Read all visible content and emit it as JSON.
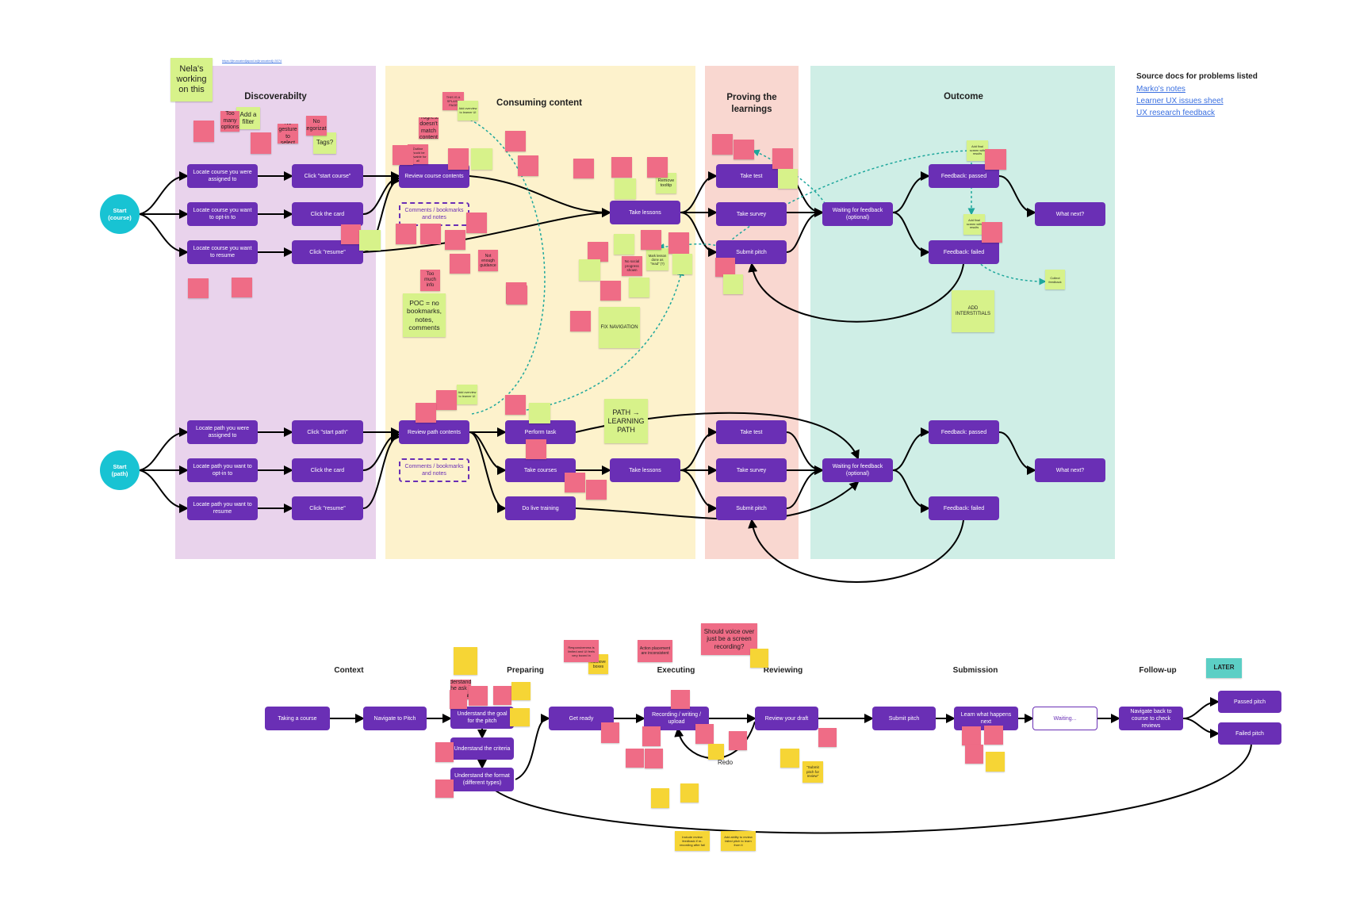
{
  "link_url": "https://[truncated]apad.io/[truncated]=3074",
  "source_docs": {
    "title": "Source docs for problems listed",
    "links": [
      "Marko's notes",
      "Learner UX issues sheet",
      "UX research feedback"
    ]
  },
  "colors": {
    "purple": "#6a2fb5",
    "cyan": "#18c3d3",
    "lane_purple": "#e9d3ec",
    "lane_yellow": "#fdf2cc",
    "lane_pink": "#f9d7d0",
    "lane_teal": "#cfeee6"
  },
  "lanes": {
    "discoverability": "Discoverabilty",
    "consuming": "Consuming content",
    "proving": "Proving the\nlearnings",
    "outcome": "Outcome"
  },
  "course_flow": {
    "start": "Start\n(course)",
    "locate_assigned": "Locate course you were assigned to",
    "locate_optin": "Locate course you want to opt-in to",
    "locate_resume": "Locate course you want to resume",
    "click_start": "Click \"start course\"",
    "click_card": "Click the card",
    "click_resume": "Click \"resume\"",
    "review": "Review course contents",
    "comments": "Comments / bookmarks and notes",
    "take_lessons": "Take lessons",
    "take_test": "Take test",
    "take_survey": "Take survey",
    "submit_pitch": "Submit pitch",
    "waiting": "Waiting for feedback (optional)",
    "passed": "Feedback: passed",
    "failed": "Feedback: failed",
    "what_next": "What next?"
  },
  "path_flow": {
    "start": "Start\n(path)",
    "locate_assigned": "Locate path you were assigned to",
    "locate_optin": "Locate path you want to opt-in to",
    "locate_resume": "Locate path you want to resume",
    "click_start": "Click \"start path\"",
    "click_card": "Click the card",
    "click_resume": "Click \"resume\"",
    "review": "Review path contents",
    "comments": "Comments / bookmarks and notes",
    "perform_task": "Perform task",
    "take_courses": "Take courses",
    "live_training": "Do live training",
    "take_lessons": "Take lessons",
    "take_test": "Take test",
    "take_survey": "Take survey",
    "submit_pitch": "Submit pitch",
    "waiting": "Waiting for feedback (optional)",
    "passed": "Feedback: passed",
    "failed": "Feedback: failed",
    "what_next": "What next?"
  },
  "stickies": {
    "nela": "Nela's working on this",
    "add_filter": "Add a filter",
    "tags": "Tags?",
    "too_much_info": "Too much info",
    "poc": "POC = no bookmarks, notes, comments",
    "fix_nav": "FIX NAVIGATION",
    "path_learning": "PATH → LEARNING PATH",
    "remove_tooltip": "Remove tooltip",
    "add_interstitials": "ADD INTERSTITIALS",
    "not_enough_guidance": "Not enough guidance",
    "this_is_splash": "THIS IS A SPLASH PAGE",
    "no_social": "No social progress shown",
    "mark_lesson": "Mark lesson done as \"read\" (?)",
    "voice_over": "Should voice over just be a screen recording?",
    "later": "LATER",
    "submit_pitch_review": "\"Submit pitch for review\"",
    "remove_boxes": "Remove boxes",
    "action_placement": "Action placement are inconsistent",
    "responsiveness": "Responsiveness is limited and UI feels very boxed in",
    "include_review": "Include review feedback if re-recording after fail",
    "add_ability": "Add ability to review failed pitch to learn from it",
    "add_overview_1": "Add overview to learner UI",
    "add_overview_2": "Add overview to learner UI",
    "add_final": "Add final screen with results",
    "add_final_2": "Add final screen with results",
    "collect_feedback": "Collect feedback",
    "progress_visible": "Progress doesn't match content",
    "outline": "Outline should be viewable for all",
    "no_gesture": "No gesture to select",
    "no_label": "No categorization",
    "too_many": "Too many options",
    "redo": "Redo",
    "understanding": "Understanding the ask is unclear"
  },
  "pitch_flow": {
    "sections": {
      "context": "Context",
      "preparing": "Preparing",
      "executing": "Executing",
      "reviewing": "Reviewing",
      "submission": "Submission",
      "follow_up": "Follow-up"
    },
    "taking_course": "Taking a course",
    "navigate": "Navigate to Pitch",
    "understand_goal": "Understand the goal for the pitch",
    "understand_criteria": "Understand the criteria",
    "understand_format": "Understand the format (different types)",
    "get_ready": "Get ready",
    "recording": "Recording / writing / upload",
    "review_draft": "Review your draft",
    "submit": "Submit pitch",
    "learn_next": "Learn what happens next",
    "waiting": "Waiting...",
    "navigate_back": "Navigate back to course to check reviews",
    "passed": "Passed pitch",
    "failed": "Failed pitch"
  }
}
